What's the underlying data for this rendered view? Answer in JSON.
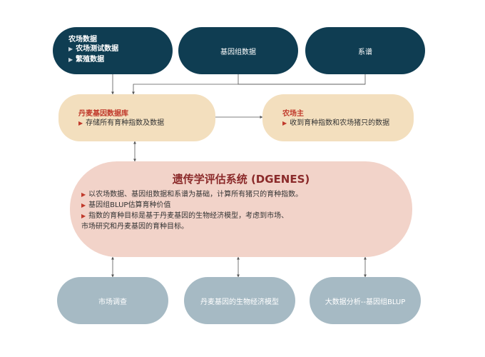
{
  "sources": {
    "farm": {
      "title": "农场数据",
      "items": [
        "农场测试数据",
        "繁殖数据"
      ]
    },
    "genomic": {
      "label": "基因组数据"
    },
    "pedigree": {
      "label": "系谱"
    }
  },
  "database": {
    "title": "丹麦基因数据库",
    "item": "存储所有育种指数及数据"
  },
  "farmer": {
    "title": "农场主",
    "item": "收到育种指数和农场猪只的数据"
  },
  "dgenes": {
    "title": "遗传学评估系统 (DGENES)",
    "bullets": [
      "以农场数据、基因组数据和系谱为基础，计算所有猪只的育种指数。",
      "基因组BLUP估算育种价值",
      "指数的育种目标是基于丹麦基因的生物经济模型，考虑到市场、",
      "市场研究和丹麦基因的育种目标。"
    ]
  },
  "outputs": {
    "market": "市场调查",
    "bio_model": "丹麦基因的生物经济模型",
    "bigdata": "大数据分析--基因组BLUP"
  },
  "colors": {
    "navy": "#0f3d52",
    "tan": "#f3dfbe",
    "pink": "#f2d3c9",
    "grey": "#a6bac4",
    "accent_red": "#c0392b",
    "title_red": "#8b2a2a"
  }
}
